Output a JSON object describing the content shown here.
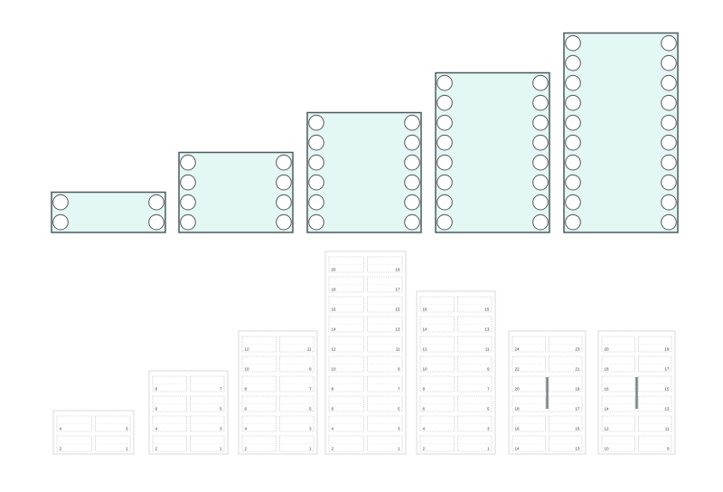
{
  "colors": {
    "package_fill": "#e3f7f4",
    "package_stroke": "#4a5a63",
    "pin_fill": "#ffffff",
    "pin_stroke": "#555555",
    "footprint_border": "#cfcfcf",
    "pad_border": "#bdbdbd",
    "pad_label": "#333333",
    "divider_bar": "#6f8080"
  },
  "packages": [
    {
      "id": "dip-4",
      "pins_per_side": 2
    },
    {
      "id": "dip-8",
      "pins_per_side": 4
    },
    {
      "id": "dip-12",
      "pins_per_side": 6
    },
    {
      "id": "dip-16",
      "pins_per_side": 8
    },
    {
      "id": "dip-20",
      "pins_per_side": 10
    }
  ],
  "footprints": [
    {
      "id": "fp-4",
      "rows": [
        [
          "4",
          "3"
        ],
        [
          "2",
          "1"
        ]
      ],
      "divider": false
    },
    {
      "id": "fp-8",
      "rows": [
        [
          "8",
          "7"
        ],
        [
          "6",
          "5"
        ],
        [
          "4",
          "3"
        ],
        [
          "2",
          "1"
        ]
      ],
      "divider": false
    },
    {
      "id": "fp-14",
      "rows": [
        [
          "12",
          "11"
        ],
        [
          "10",
          "9"
        ],
        [
          "8",
          "7"
        ],
        [
          "6",
          "5"
        ],
        [
          "4",
          "3"
        ],
        [
          "2",
          "1"
        ]
      ],
      "divider": false
    },
    {
      "id": "fp-20",
      "rows": [
        [
          "20",
          "19"
        ],
        [
          "18",
          "17"
        ],
        [
          "16",
          "15"
        ],
        [
          "14",
          "13"
        ],
        [
          "12",
          "11"
        ],
        [
          "10",
          "9"
        ],
        [
          "8",
          "7"
        ],
        [
          "6",
          "5"
        ],
        [
          "4",
          "3"
        ],
        [
          "2",
          "1"
        ]
      ],
      "divider": false
    },
    {
      "id": "fp-16",
      "rows": [
        [
          "16",
          "15"
        ],
        [
          "14",
          "13"
        ],
        [
          "12",
          "11"
        ],
        [
          "10",
          "9"
        ],
        [
          "8",
          "7"
        ],
        [
          "6",
          "5"
        ],
        [
          "4",
          "3"
        ],
        [
          "2",
          "1"
        ]
      ],
      "divider": false
    },
    {
      "id": "fp-24",
      "rows": [
        [
          "24",
          "23"
        ],
        [
          "22",
          "21"
        ],
        [
          "20",
          "19"
        ],
        [
          "18",
          "17"
        ],
        [
          "16",
          "15"
        ],
        [
          "14",
          "13"
        ]
      ],
      "divider": true
    },
    {
      "id": "fp-20b",
      "rows": [
        [
          "20",
          "19"
        ],
        [
          "18",
          "17"
        ],
        [
          "16",
          "15"
        ],
        [
          "14",
          "13"
        ],
        [
          "12",
          "11"
        ],
        [
          "10",
          "9"
        ]
      ],
      "divider": true
    }
  ]
}
